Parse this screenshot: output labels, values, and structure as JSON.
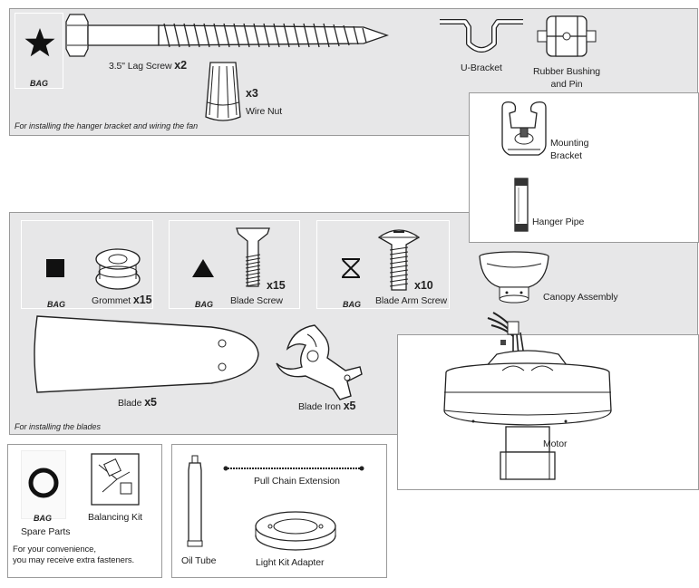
{
  "top_section": {
    "note": "For installing the hanger bracket and wiring the fan",
    "bag_label": "BAG",
    "bag_symbol": "star-icon",
    "lag_screw": {
      "name": "3.5\" Lag Screw",
      "qty": "x2"
    },
    "wire_nut": {
      "qty": "x3",
      "name": "Wire Nut"
    },
    "u_bracket": {
      "name": "U-Bracket"
    },
    "rubber_bushing": {
      "line1": "Rubber Bushing",
      "line2": "and Pin"
    }
  },
  "bracket_section": {
    "mounting_bracket": {
      "line1": "Mounting",
      "line2": "Bracket"
    },
    "hanger_pipe": {
      "name": "Hanger Pipe"
    }
  },
  "blades_section": {
    "note": "For installing the blades",
    "grommet": {
      "bag_label": "BAG",
      "bag_symbol": "square-icon",
      "name": "Grommet",
      "qty": "x15"
    },
    "blade_screw": {
      "bag_label": "BAG",
      "bag_symbol": "triangle-icon",
      "qty": "x15",
      "name": "Blade Screw"
    },
    "blade_arm_screw": {
      "bag_label": "BAG",
      "bag_symbol": "hourglass-icon",
      "qty": "x10",
      "name": "Blade Arm Screw"
    },
    "canopy": {
      "name": "Canopy Assembly"
    },
    "blade": {
      "name": "Blade",
      "qty": "x5"
    },
    "blade_iron": {
      "name": "Blade Iron",
      "qty": "x5"
    }
  },
  "motor_section": {
    "motor": {
      "name": "Motor"
    }
  },
  "spare_section": {
    "bag_label": "BAG",
    "bag_symbol": "ring-icon",
    "spare_parts": "Spare Parts",
    "balancing_kit": "Balancing Kit",
    "note_line1": "For your convenience,",
    "note_line2": "you may receive extra fasteners."
  },
  "misc_section": {
    "pull_chain": "Pull Chain Extension",
    "oil_tube": "Oil Tube",
    "light_kit_adapter": "Light Kit Adapter"
  }
}
